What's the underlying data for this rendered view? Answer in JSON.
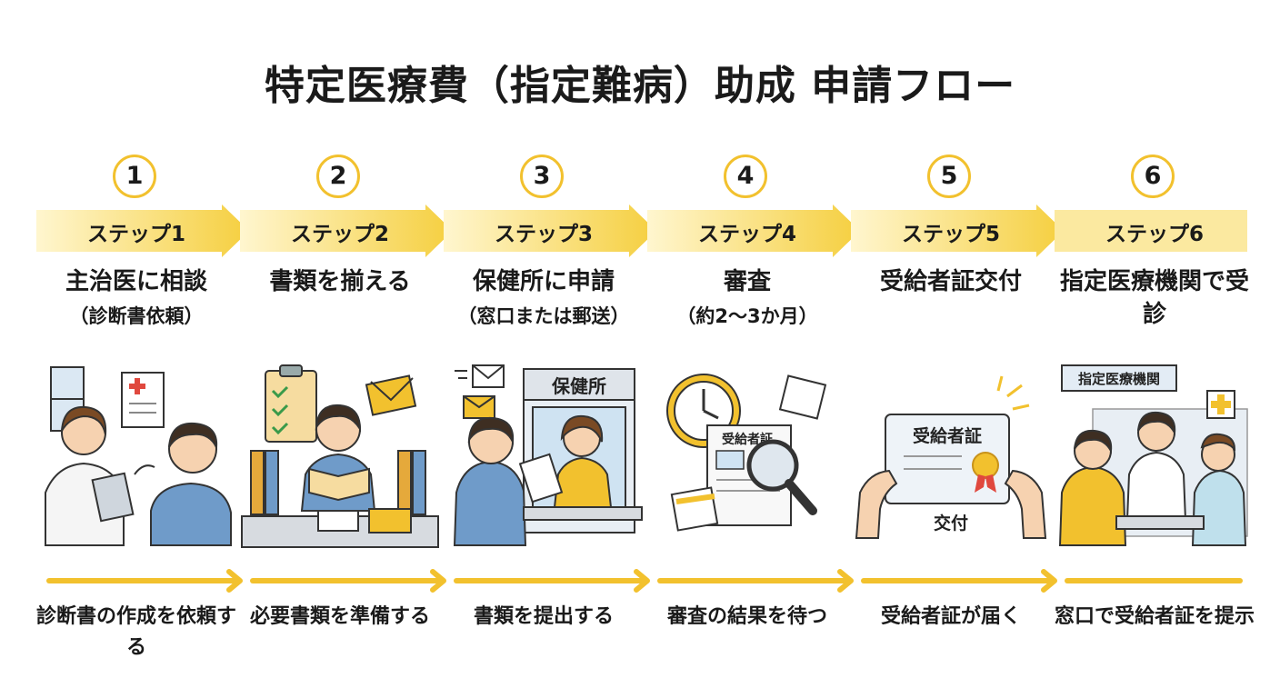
{
  "title": "特定医療費（指定難病）助成 申請フロー",
  "colors": {
    "accent": "#f2c12e",
    "band": "#f7d34f",
    "blue": "#6f9bc9",
    "text": "#1a1a1a"
  },
  "steps": [
    {
      "number": "1",
      "label": "ステップ1",
      "heading": "主治医に相談",
      "sub": "（診断書依頼）",
      "desc": "診断書の作成を依頼する"
    },
    {
      "number": "2",
      "label": "ステップ2",
      "heading": "書類を揃える",
      "sub": "",
      "desc": "必要書類を準備する"
    },
    {
      "number": "3",
      "label": "ステップ3",
      "heading": "保健所に申請",
      "sub": "（窓口または郵送）",
      "desc": "書類を提出する"
    },
    {
      "number": "4",
      "label": "ステップ4",
      "heading": "審査",
      "sub": "（約2〜3か月）",
      "desc": "審査の結果を待つ"
    },
    {
      "number": "5",
      "label": "ステップ5",
      "heading": "受給者証交付",
      "sub": "",
      "desc": "受給者証が届く"
    },
    {
      "number": "6",
      "label": "ステップ6",
      "heading": "指定医療機関で受診",
      "sub": "",
      "desc": "窓口で受給者証を提示"
    }
  ],
  "illustrations": {
    "health_center_sign": "保健所",
    "certificate_title": "受給者証",
    "certificate_caption": "交付",
    "clinic_sign": "指定医療機関",
    "review_doc_title": "受給者証"
  }
}
